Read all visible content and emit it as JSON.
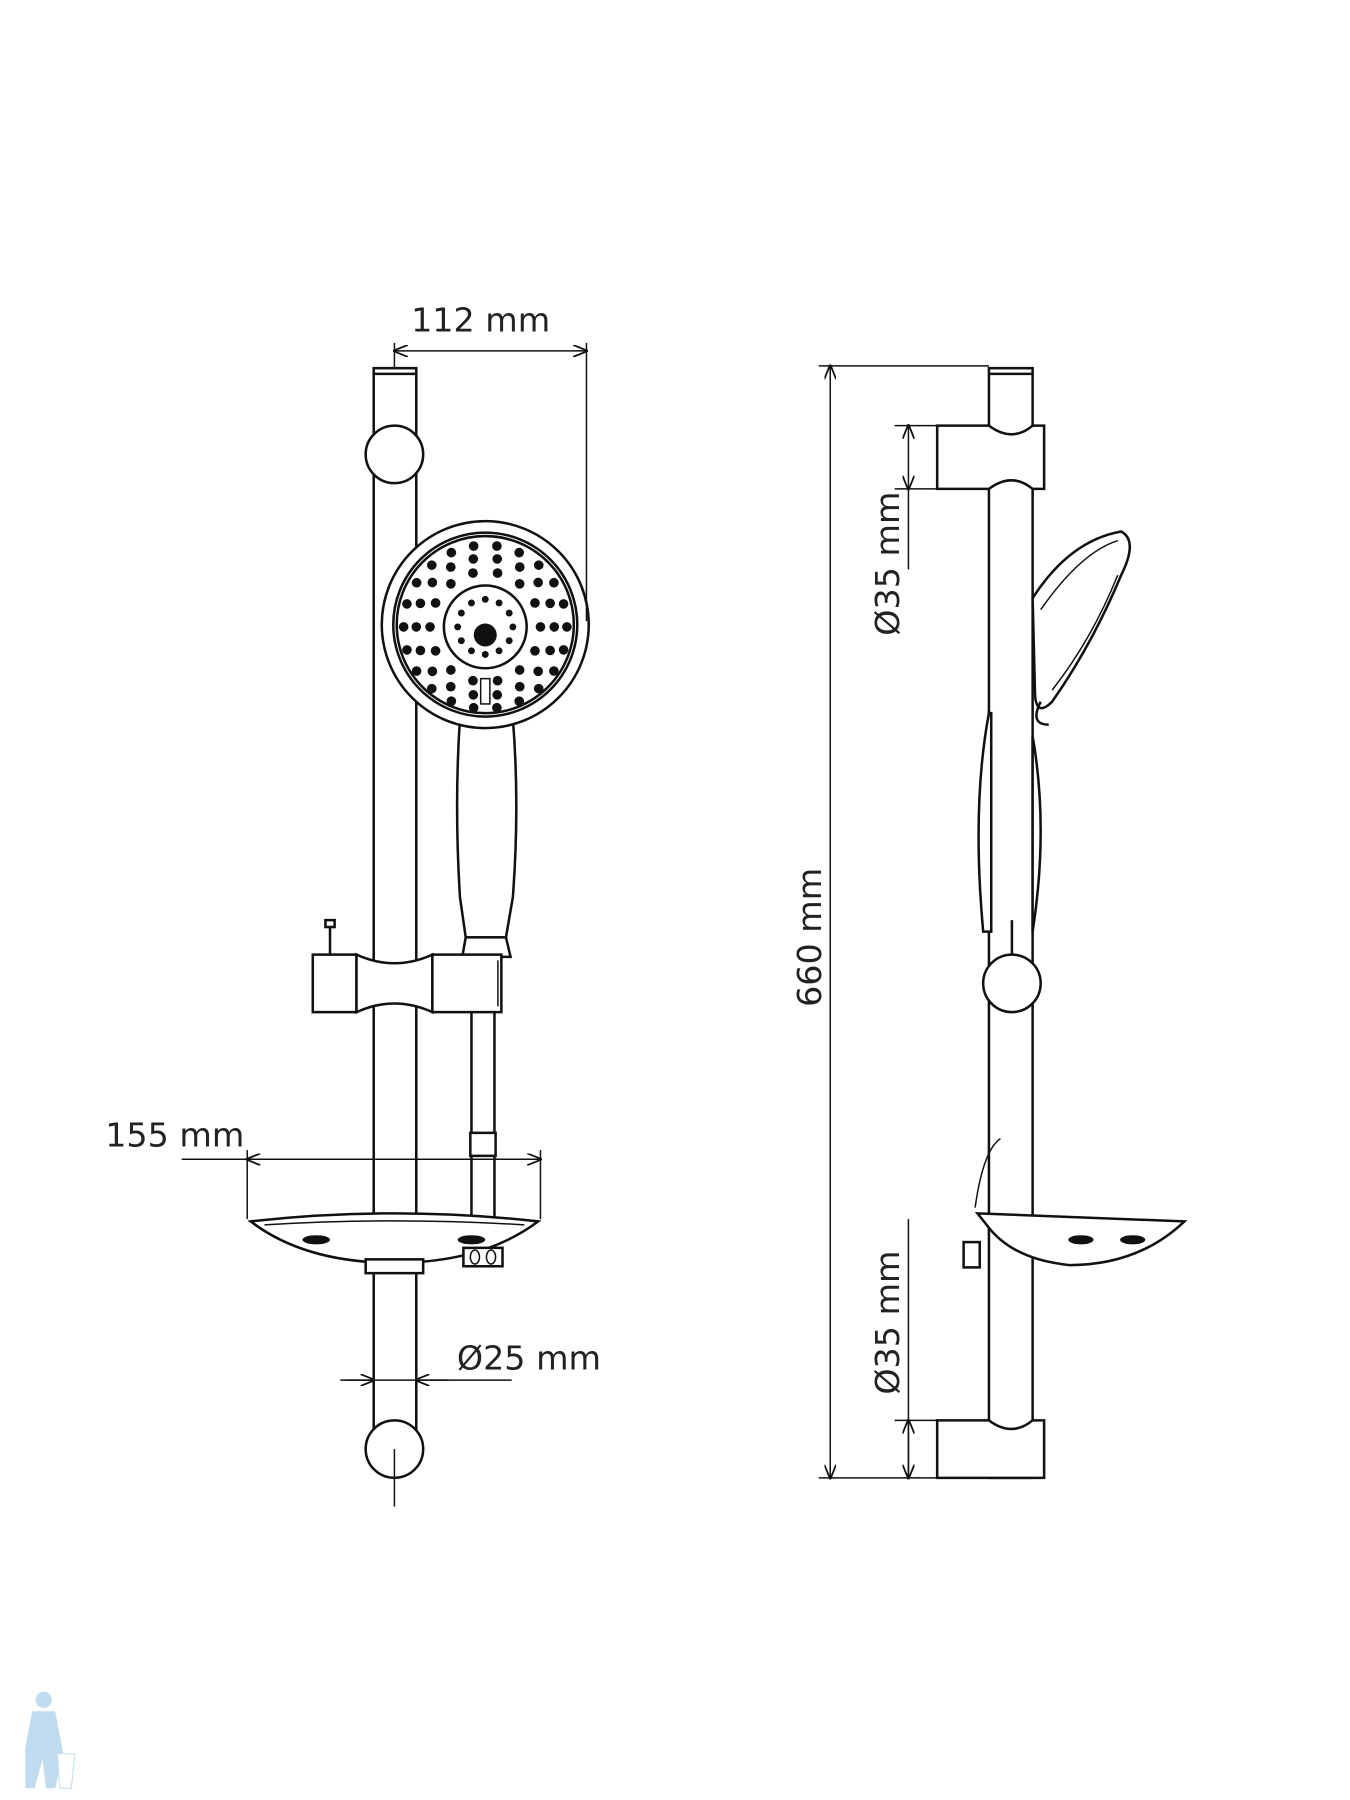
{
  "drawing": {
    "dimensions": {
      "head_offset": "112 mm",
      "soap_dish_width": "155 mm",
      "rail_diameter": "Ø25 mm",
      "rail_length": "660 mm",
      "bracket_top": "Ø35 mm",
      "bracket_bottom": "Ø35 mm"
    },
    "views": [
      "front",
      "side"
    ]
  },
  "colors": {
    "line": "#111111",
    "watermark": "#b9d8ef"
  }
}
